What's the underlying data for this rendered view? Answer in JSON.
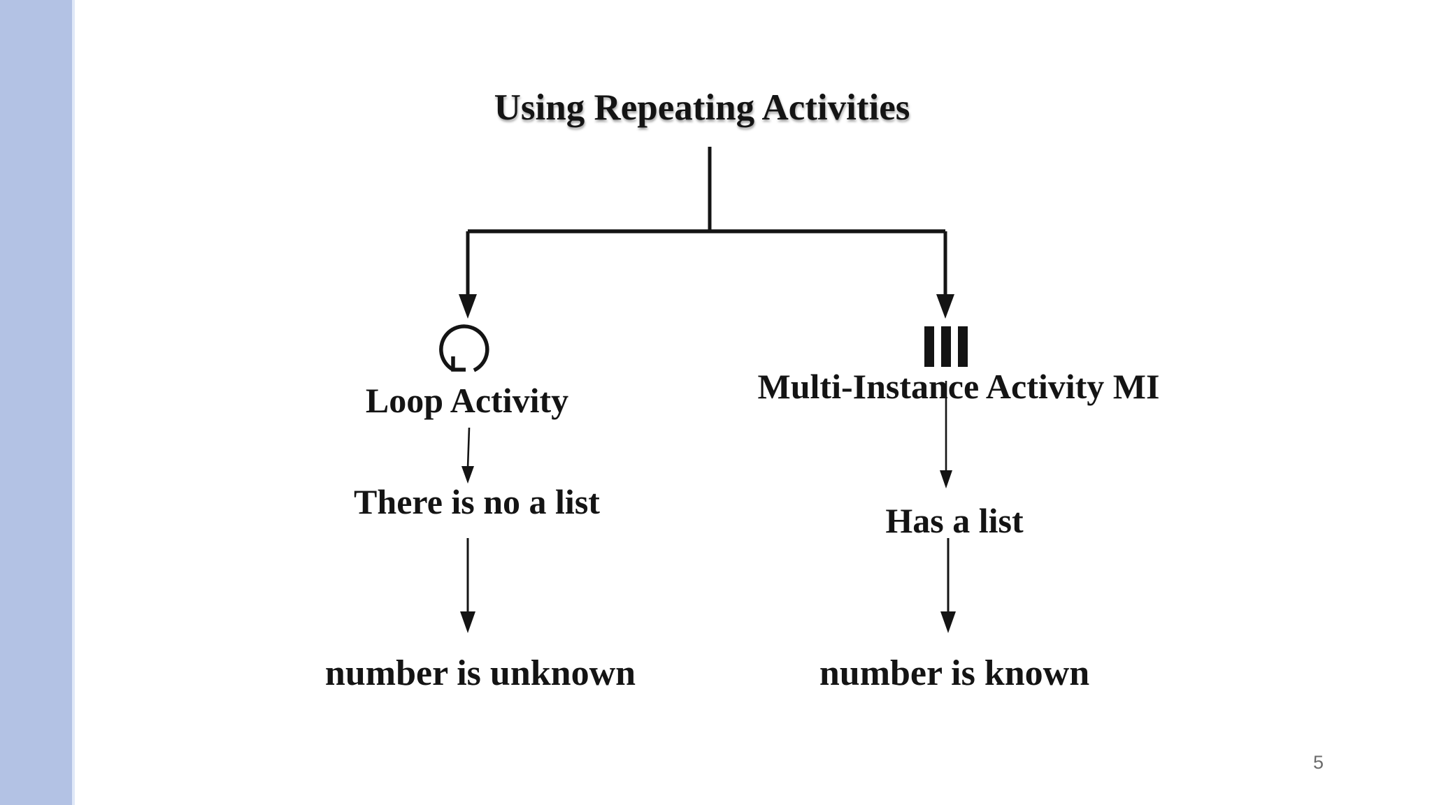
{
  "slide": {
    "background_color": "#ffffff",
    "accent_bar_color": "#b3c2e4",
    "ink_color": "#141414",
    "page_number": "5",
    "page_number_color": "#6b6b6b"
  },
  "diagram": {
    "title": "Using Repeating Activities",
    "branches": {
      "left": {
        "icon": "loop-arrow-icon",
        "label": "Loop Activity",
        "condition": "There is no a list",
        "outcome": "number is unknown"
      },
      "right": {
        "icon": "multi-instance-bars-icon",
        "label": "Multi-Instance Activity MI",
        "condition": "Has a list",
        "outcome": "number is known"
      }
    }
  }
}
